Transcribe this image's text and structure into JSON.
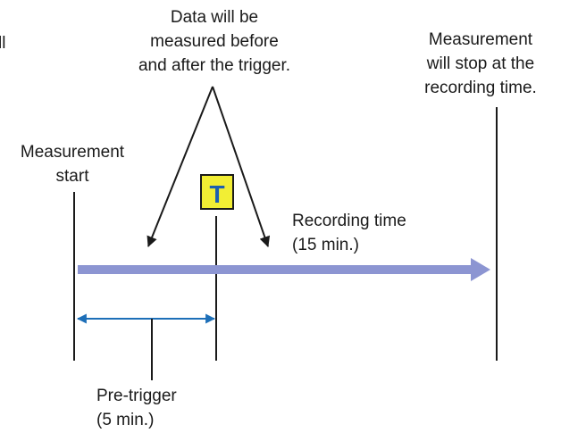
{
  "labels": {
    "fragment_left": "ll",
    "data_note": "Data will be\nmeasured before\nand after the trigger.",
    "stop_note": "Measurement\nwill stop at the\nrecording time.",
    "start": "Measurement\nstart",
    "recording_time": "Recording time\n(15 min.)",
    "pre_trigger": "Pre-trigger\n(5 min.)"
  },
  "trigger_marker": {
    "letter": "T"
  },
  "colors": {
    "line": "#1a1a1a",
    "recording_arrow": "#8c95d2",
    "pre_trigger_arrow": "#1d6fb8",
    "trigger_fill": "#f2ee34",
    "trigger_letter": "#1d5fb0"
  }
}
